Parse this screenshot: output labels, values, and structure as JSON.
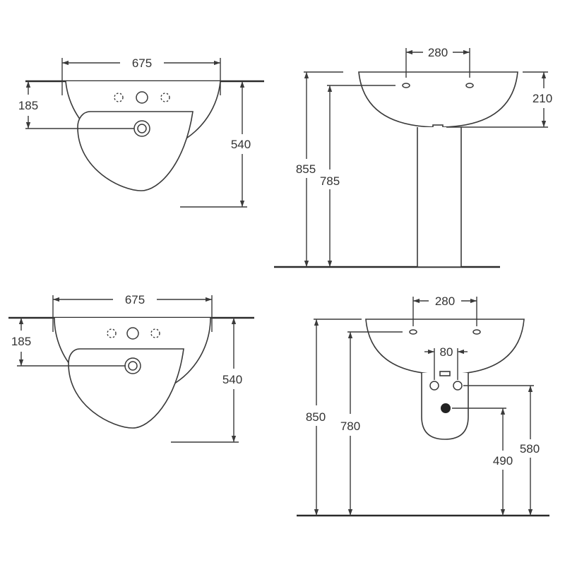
{
  "dimensions": {
    "top_left": {
      "width": "675",
      "hole_offset": "185",
      "depth": "540"
    },
    "top_right": {
      "tap_spacing": "280",
      "basin_height": "210",
      "total_height": "855",
      "rim_to_floor": "785"
    },
    "bottom_left": {
      "width": "675",
      "hole_offset": "185",
      "depth": "540"
    },
    "bottom_right": {
      "tap_spacing": "280",
      "inlet_spacing": "80",
      "total_height": "850",
      "rim_to_floor": "780",
      "waste_height": "490",
      "inlet_height": "580"
    }
  },
  "colors": {
    "line": "#3a3a3a",
    "text": "#333333",
    "background": "#ffffff"
  }
}
